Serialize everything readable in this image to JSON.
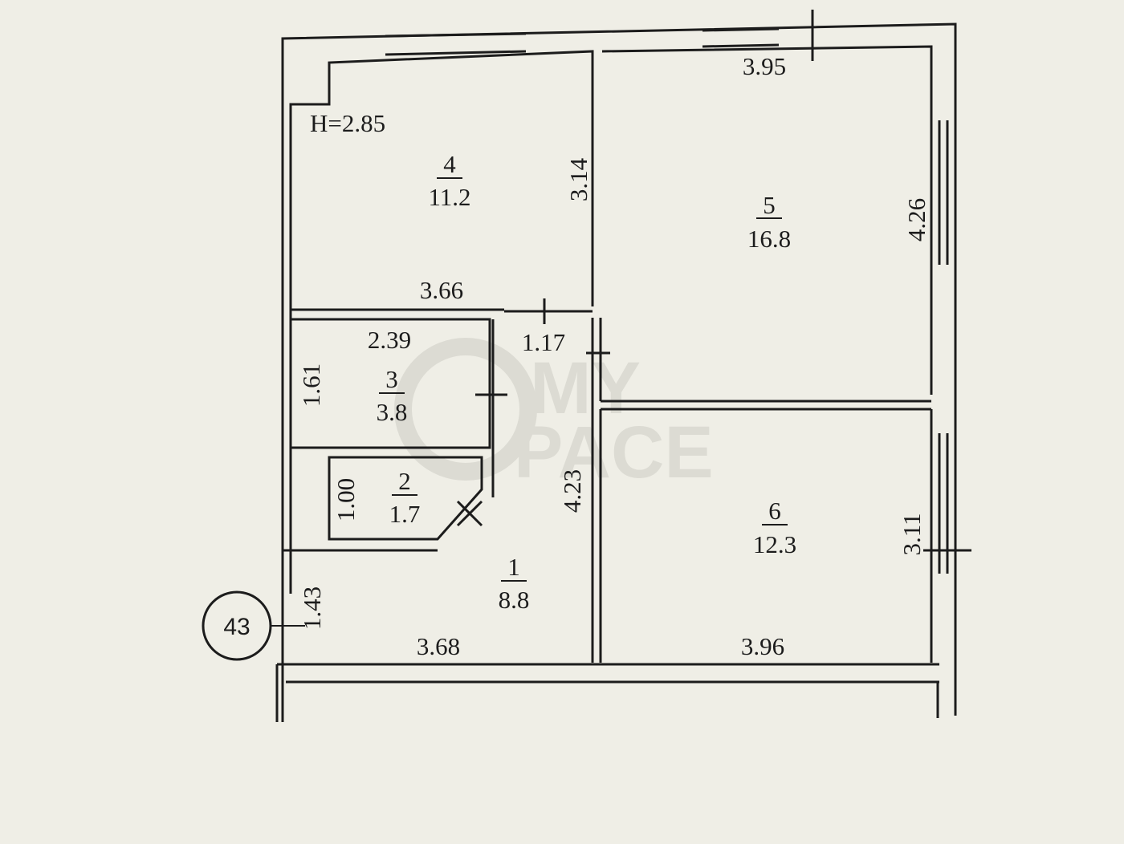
{
  "ceiling_height": "H=2.85",
  "apartment_number": "43",
  "watermark": {
    "line1": "MY",
    "line2": "PACE"
  },
  "rooms": [
    {
      "id": "1",
      "number": "1",
      "area": "8.8"
    },
    {
      "id": "2",
      "number": "2",
      "area": "1.7"
    },
    {
      "id": "3",
      "number": "3",
      "area": "3.8"
    },
    {
      "id": "4",
      "number": "4",
      "area": "11.2"
    },
    {
      "id": "5",
      "number": "5",
      "area": "16.8"
    },
    {
      "id": "6",
      "number": "6",
      "area": "12.3"
    }
  ],
  "dimensions": {
    "room4_width": "3.66",
    "room4_depth": "3.14",
    "room5_width": "3.95",
    "room5_depth": "4.26",
    "room3_width": "2.39",
    "room3_depth": "1.61",
    "corridor_width": "1.17",
    "room2_depth": "1.00",
    "room1_length": "4.23",
    "room1_depth": "1.43",
    "room1_width": "3.68",
    "room6_width": "3.96",
    "room6_depth": "3.11"
  },
  "colors": {
    "paper": "#efeee6",
    "ink": "#1c1c1c",
    "watermark": "#dcdbd3"
  }
}
